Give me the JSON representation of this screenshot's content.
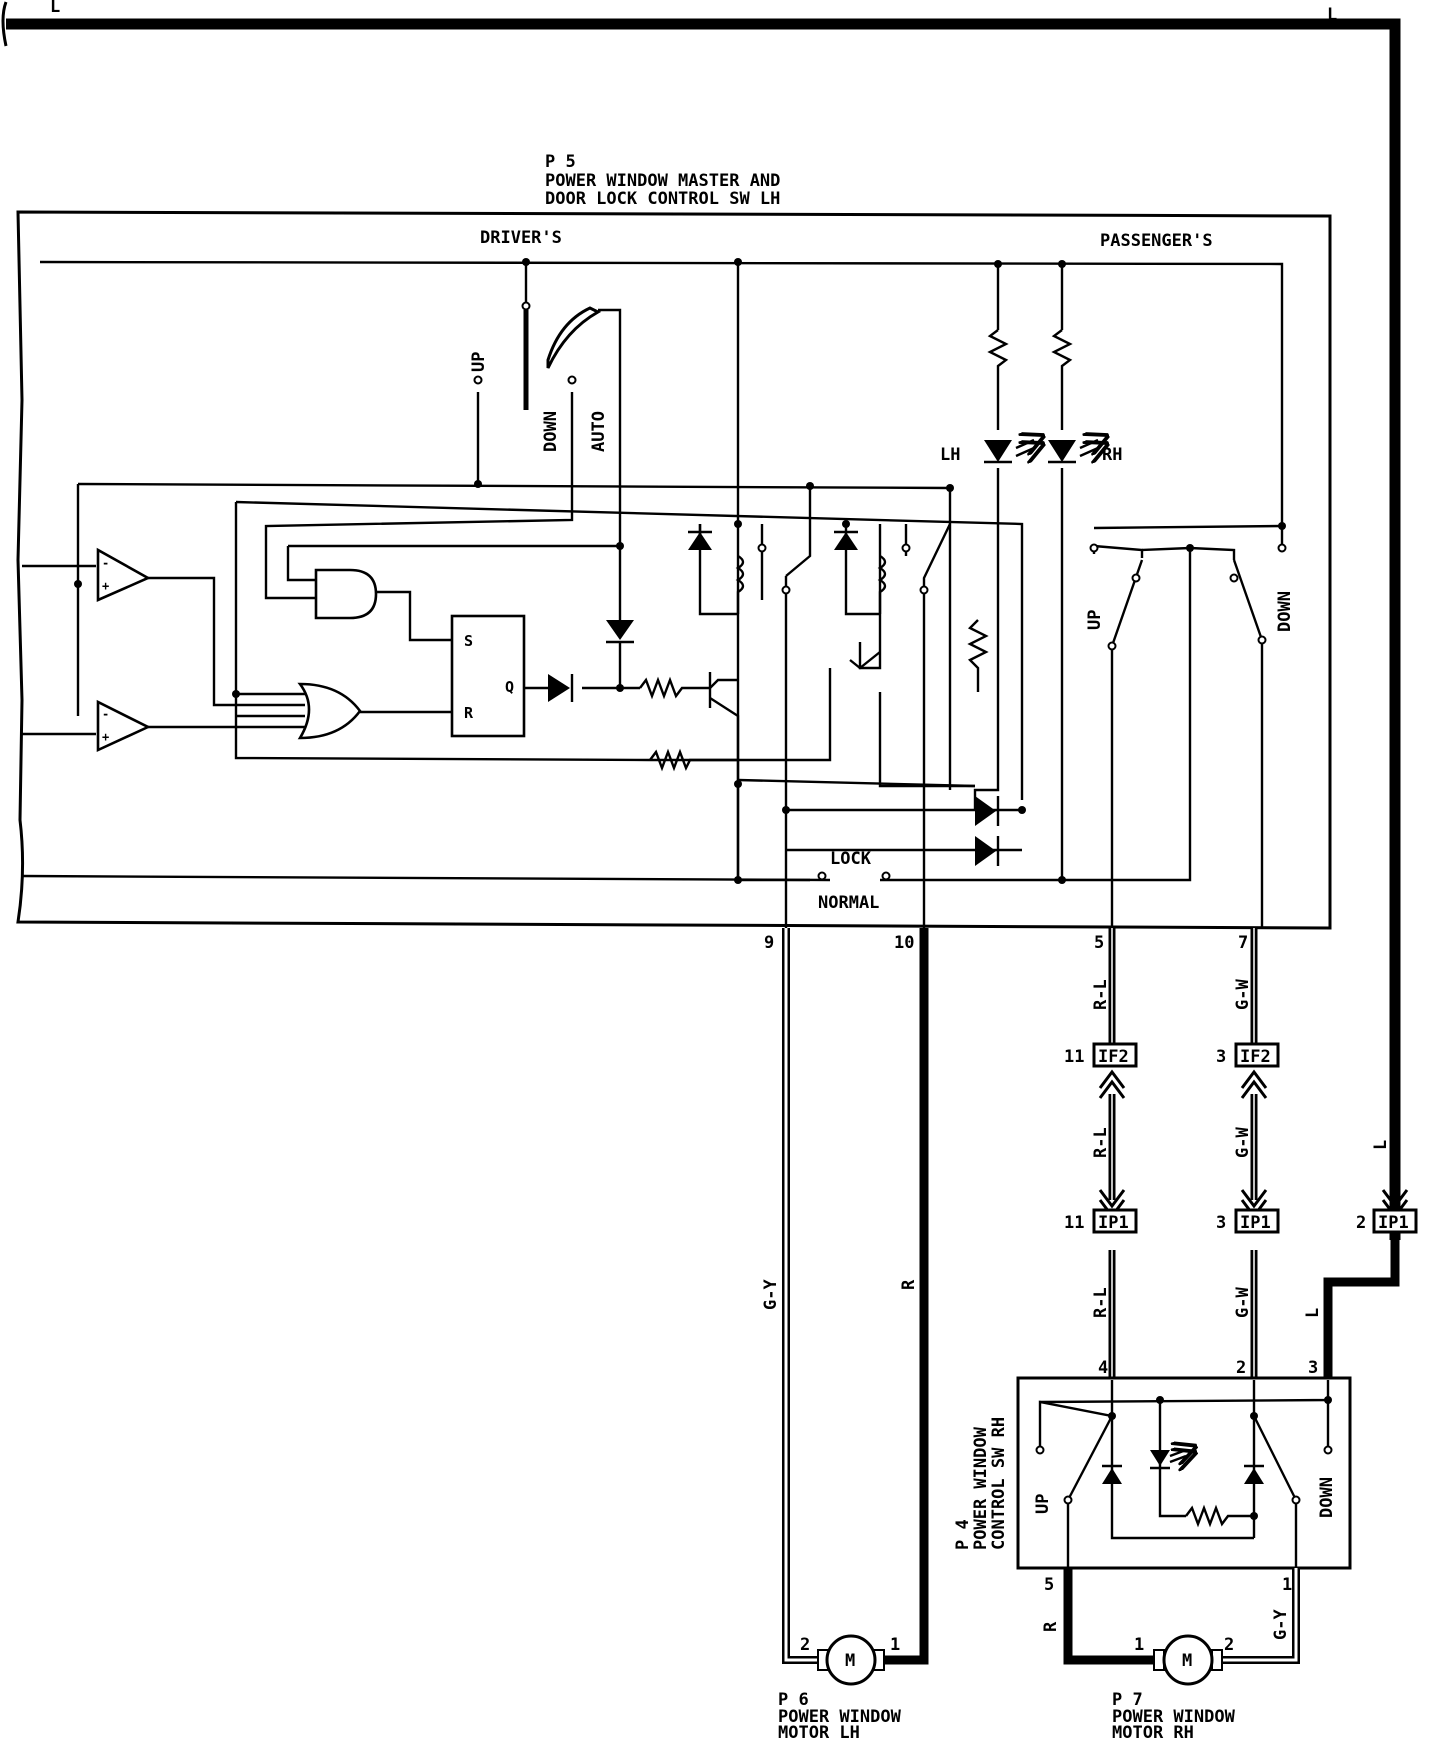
{
  "wire_l_label": "L",
  "master_switch": {
    "id": "P 5",
    "name_line1": "POWER WINDOW MASTER AND",
    "name_line2": "DOOR LOCK CONTROL SW LH",
    "drivers_label": "DRIVER'S",
    "passengers_label": "PASSENGER'S",
    "up_label": "UP",
    "down_label": "DOWN",
    "auto_label": "AUTO",
    "lh_label": "LH",
    "rh_label": "RH",
    "s_label": "S",
    "r_label": "R",
    "q_label": "Q",
    "lock_label": "LOCK",
    "normal_label": "NORMAL",
    "pass_up_label": "UP",
    "pass_down_label": "DOWN",
    "pins": [
      "9",
      "10",
      "5",
      "7"
    ]
  },
  "wires": {
    "gy": "G-Y",
    "r": "R",
    "rl": "R-L",
    "gw": "G-W",
    "l": "L"
  },
  "connectors": {
    "if2_a": {
      "pin": "11",
      "name": "IF2"
    },
    "if2_b": {
      "pin": "3",
      "name": "IF2"
    },
    "ip1_a": {
      "pin": "11",
      "name": "IP1"
    },
    "ip1_b": {
      "pin": "3",
      "name": "IP1"
    },
    "ip1_c": {
      "pin": "2",
      "name": "IP1"
    }
  },
  "rh_switch": {
    "id": "P 4",
    "name_line1": "POWER WINDOW",
    "name_line2": "CONTROL SW RH",
    "up_label": "UP",
    "down_label": "DOWN",
    "pins": [
      "4",
      "2",
      "3",
      "5",
      "1"
    ]
  },
  "motor_lh": {
    "id": "P 6",
    "name_line1": "POWER WINDOW",
    "name_line2": "MOTOR LH",
    "pin_left": "2",
    "pin_right": "1",
    "symbol": "M"
  },
  "motor_rh": {
    "id": "P 7",
    "name_line1": "POWER WINDOW",
    "name_line2": "MOTOR RH",
    "pin_left": "1",
    "pin_right": "2",
    "symbol": "M"
  }
}
